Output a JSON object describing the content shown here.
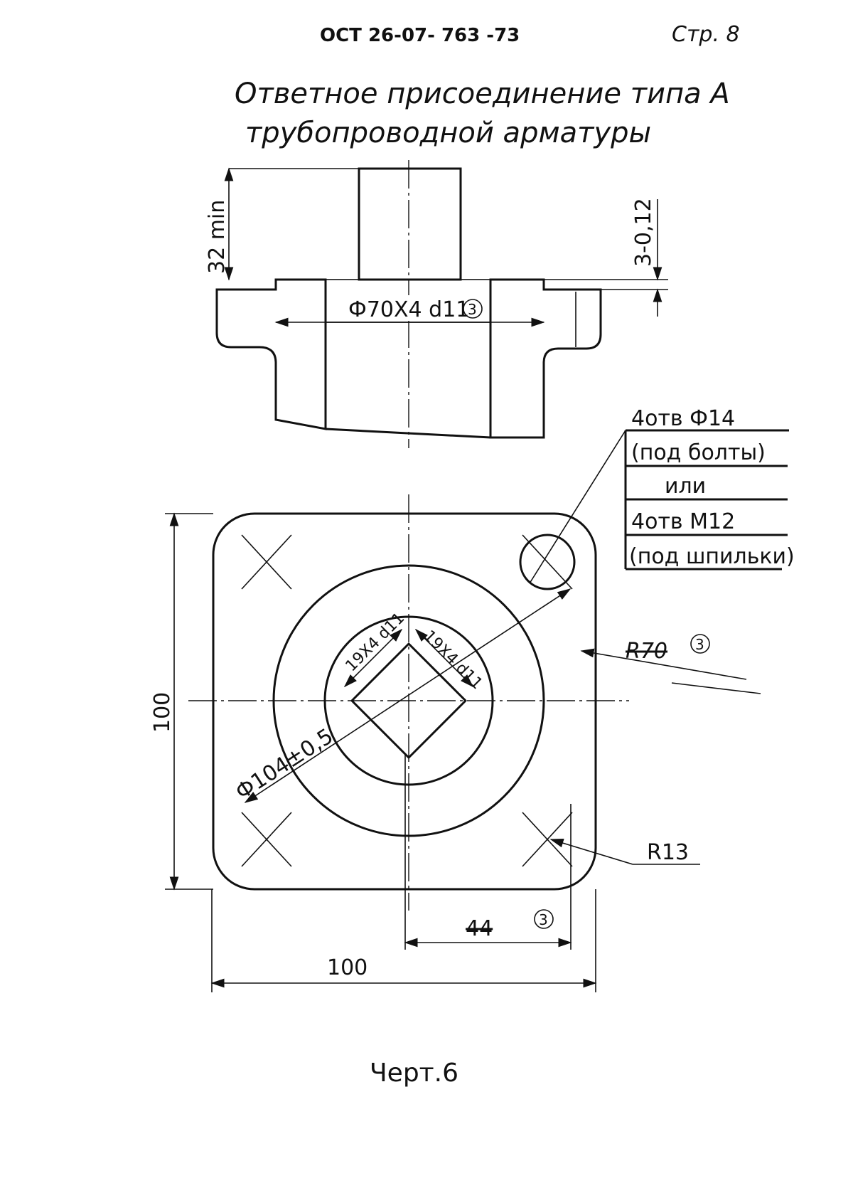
{
  "header": {
    "standard": "ОСТ 26-07- 763 -73",
    "page": "Стр. 8"
  },
  "title": {
    "line1": "Ответное присоединение типа А",
    "line2": "трубопроводной арматуры"
  },
  "section_view": {
    "height_dim": "32 min",
    "thickness_dim": "3-0,12",
    "bore_dim": "Ф70Х4 d11",
    "change_mark": "3"
  },
  "plan_view": {
    "square_dim": "19Х4 d11",
    "square_dim_2": "19Х4 d11",
    "pcd_dim": "Ф104±0,5",
    "radius_outer": "R70",
    "radius_corner": "R13",
    "offset_dim": "44",
    "height": "100",
    "width": "100",
    "change_mark": "3"
  },
  "hole_note": {
    "rows": [
      "4отв Ф14",
      "(под болты)",
      "или",
      "4отв М12",
      "(под шпильки)"
    ]
  },
  "caption": "Черт.6"
}
